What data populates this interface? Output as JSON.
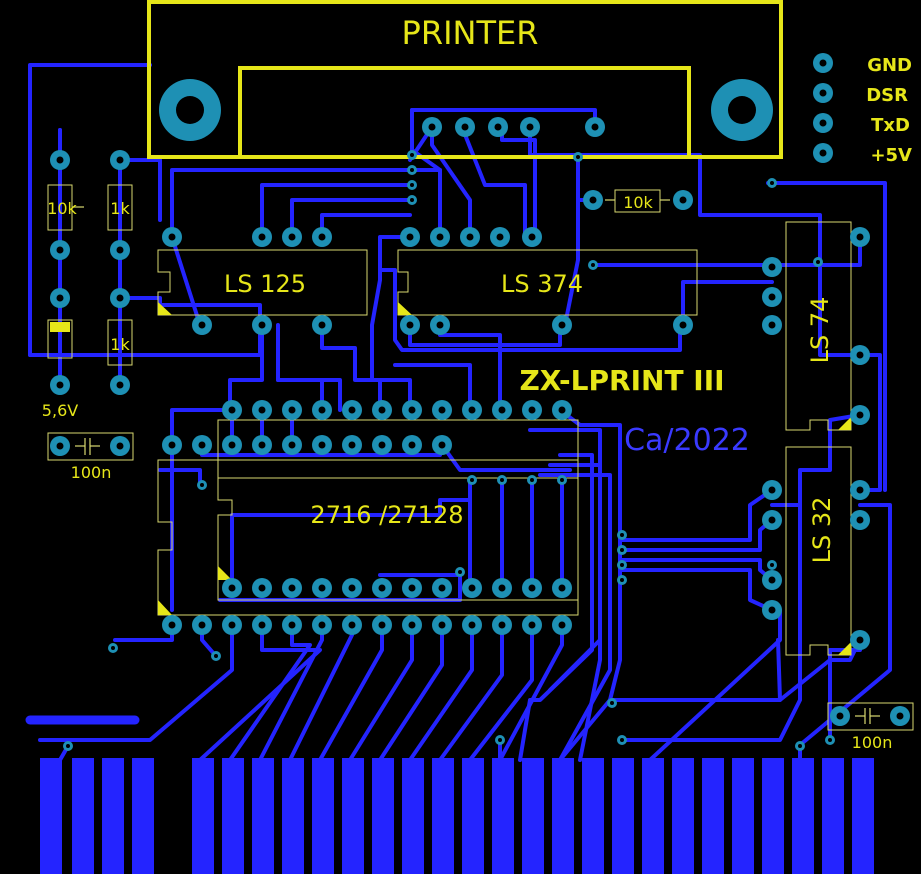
{
  "colors": {
    "background": "#000000",
    "copper": "#2424ff",
    "silkscreen": "#e6e619",
    "outline": "#d8d870",
    "pad": "#1e90b4",
    "drill": "#000000",
    "label_blue": "#3a3aff"
  },
  "connector": {
    "title": "PRINTER"
  },
  "components": {
    "ic_125": "LS 125",
    "ic_374": "LS 374",
    "ic_74": "LS 74",
    "ic_32": "LS 32",
    "eprom": "2716 /27128",
    "r1": "10k",
    "r2": "1k",
    "r3": "1k",
    "r4": "10k",
    "diode": "5,6V",
    "cap1": "100n",
    "cap2": "100n"
  },
  "board": {
    "name": "ZX-LPRINT III",
    "copyright": "Ca/2022"
  },
  "header_pins": [
    "GND",
    "DSR",
    "TxD",
    "+5V"
  ]
}
